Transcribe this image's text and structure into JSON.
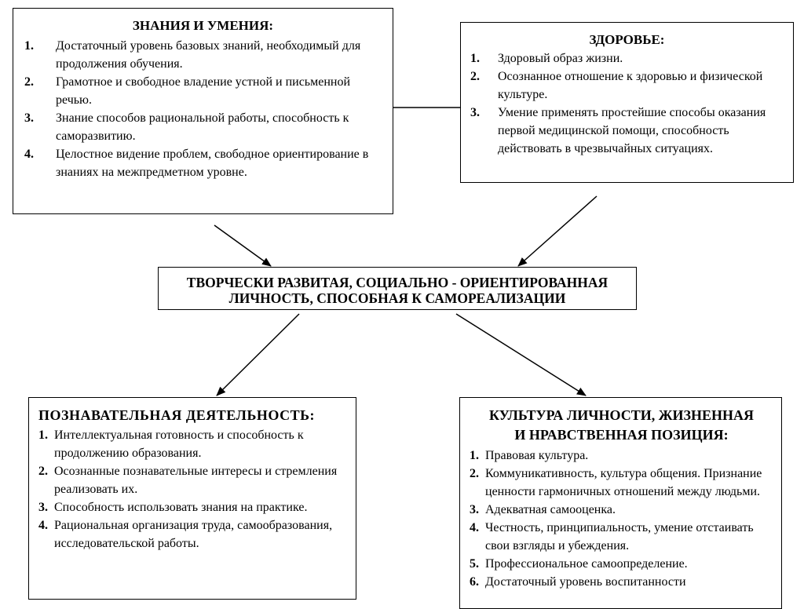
{
  "knowledge": {
    "title": "ЗНАНИЯ И УМЕНИЯ:",
    "items": [
      {
        "num": "1.",
        "text": "Достаточный уровень базовых знаний, необходимый для продолжения обучения."
      },
      {
        "num": "2.",
        "text": "Грамотное и свободное владение устной и письменной речью."
      },
      {
        "num": "3.",
        "text": "Знание способов рациональной работы, способность к саморазвитию."
      },
      {
        "num": "4.",
        "text": "Целостное видение проблем, свободное ориентирование в знаниях на межпредметном уровне."
      }
    ]
  },
  "health": {
    "title": "ЗДОРОВЬЕ:",
    "items": [
      {
        "num": "1.",
        "text": "Здоровый образ жизни."
      },
      {
        "num": "2.",
        "text": "Осознанное отношение к здоровью и физической культуре."
      },
      {
        "num": "3.",
        "text": "Умение применять простейшие способы оказания первой медицинской помощи, способность действовать в чрезвычайных ситуациях."
      }
    ]
  },
  "center": {
    "line1": "ТВОРЧЕСКИ РАЗВИТАЯ, СОЦИАЛЬНО - ОРИЕНТИРОВАННАЯ",
    "line2": "ЛИЧНОСТЬ, СПОСОБНАЯ К САМОРЕАЛИЗАЦИИ"
  },
  "cognitive": {
    "title": "ПОЗНАВАТЕЛЬНАЯ ДЕЯТЕЛЬНОСТЬ:",
    "items": [
      {
        "num": "1.",
        "text": "Интеллектуальная готовность и способность к продолжению образования."
      },
      {
        "num": "2.",
        "text": "Осознанные познавательные интересы и стремления реализовать их."
      },
      {
        "num": "3.",
        "text": "Способность использовать знания на практике."
      },
      {
        "num": "4.",
        "text": "Рациональная организация труда, самообразования, исследовательской работы."
      }
    ]
  },
  "culture": {
    "title_line1": "КУЛЬТУРА ЛИЧНОСТИ, ЖИЗНЕННАЯ",
    "title_line2": "И НРАВСТВЕННАЯ  ПОЗИЦИЯ:",
    "items": [
      {
        "num": "1.",
        "text": "Правовая культура."
      },
      {
        "num": "2.",
        "text": "Коммуникативность, культура общения. Признание ценности гармоничных отношений между людьми."
      },
      {
        "num": "3.",
        "text": "Адекватная самооценка."
      },
      {
        "num": "4.",
        "text": "Честность, принципиальность, умение отстаивать свои взгляды и убеждения."
      },
      {
        "num": "5.",
        "text": "Профессиональное самоопределение."
      },
      {
        "num": "6.",
        "text": "Достаточный уровень воспитанности"
      }
    ]
  },
  "colors": {
    "stroke": "#000000",
    "spellcheck": "#d02020"
  }
}
